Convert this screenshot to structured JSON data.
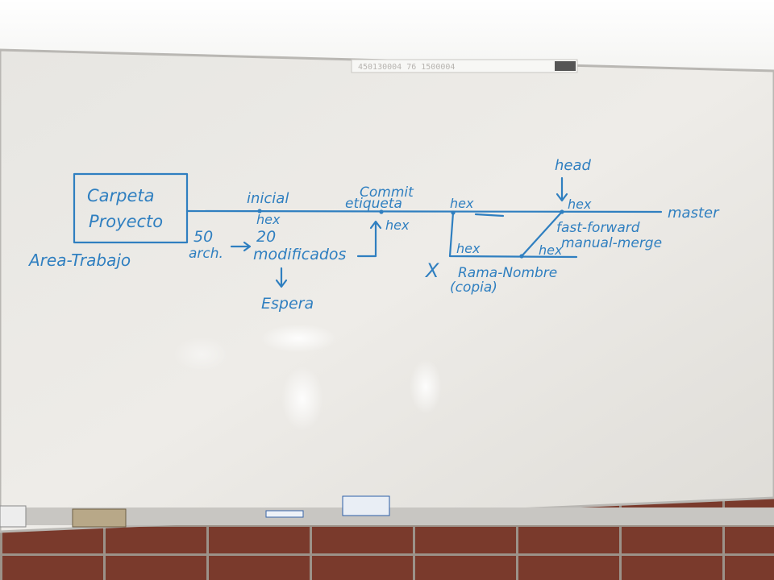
{
  "board_serial": "450130004 76 1500004",
  "diagram": {
    "box": {
      "line1": "Carpeta",
      "line2": "Proyecto"
    },
    "area": "Area-Trabajo",
    "inicial": "inicial",
    "hex_1": "hex",
    "count_1": "50",
    "count_1_unit": "arch.",
    "count_2": "20",
    "modificados": "modificados",
    "espera": "Espera",
    "commit": "Commit",
    "etiqueta": "etiqueta",
    "hex_2": "hex",
    "hex_3": "hex",
    "head": "head",
    "hex_head": "hex",
    "master": "master",
    "fast_forward": "fast-forward",
    "manual_merge": "manual-merge",
    "hex_branch_left": "hex",
    "hex_branch_right": "hex",
    "x_mark": "X",
    "rama_nombre": "Rama-Nombre",
    "copia": "(copia)"
  },
  "colors": {
    "marker_blue": "#2f7fc0",
    "board_white": "#eceae6",
    "brick": "#7a3a2c"
  }
}
